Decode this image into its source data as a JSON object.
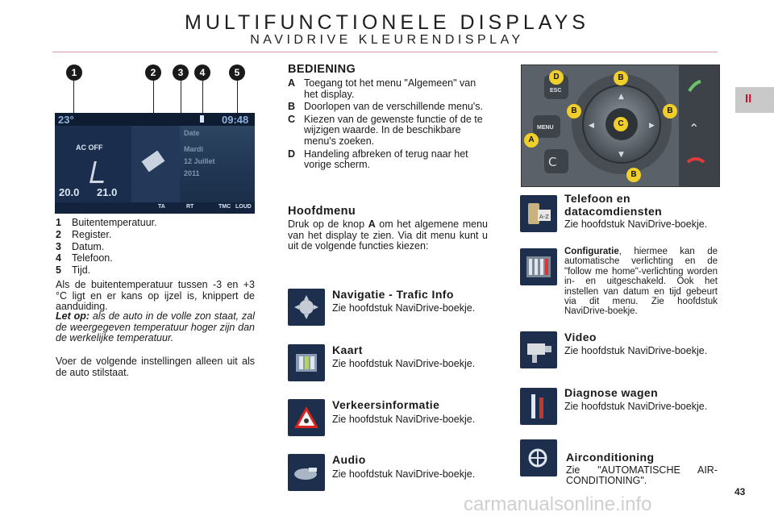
{
  "header": {
    "title": "MULTIFUNCTIONELE DISPLAYS",
    "subtitle": "NAVIDRIVE KLEURENDISPLAY"
  },
  "chapter_tab": "II",
  "page_number": "43",
  "watermark": "carmanualsonline.info",
  "callouts": [
    "1",
    "2",
    "3",
    "4",
    "5"
  ],
  "screen": {
    "outside_temp": "23°",
    "time": "09:48",
    "ac": "AC OFF",
    "date_label": "Date",
    "day": "Mardi",
    "date": "12 Juillet",
    "year": "2011",
    "temp_left": "20.0",
    "temp_right": "21.0",
    "bottom_ta": "TA",
    "bottom_rt": "RT",
    "bottom_tmc": "TMC",
    "bottom_loud": "LOUD"
  },
  "legend": [
    {
      "num": "1",
      "text": "Buitentemperatuur."
    },
    {
      "num": "2",
      "text": "Register."
    },
    {
      "num": "3",
      "text": "Datum."
    },
    {
      "num": "4",
      "text": "Telefoon."
    },
    {
      "num": "5",
      "text": "Tijd."
    }
  ],
  "left_text": {
    "para1": "Als de buitentemperatuur tussen -3 en +3 °C ligt en er kans op ijzel is, knippert de aanduiding.",
    "let_op_label": "Let op:",
    "let_op_text": " als de auto in de volle zon staat, zal de weergegeven temperatuur hoger zijn dan de werkelijke temperatuur.",
    "para2": "Voer de volgende instellingen alleen uit als de auto stilstaat."
  },
  "bediening": {
    "title": "BEDIENING",
    "items": [
      {
        "key": "A",
        "text": "Toegang tot het menu \"Algemeen\" van het display."
      },
      {
        "key": "B",
        "text": "Doorlopen van de verschillende menu's."
      },
      {
        "key": "C",
        "text": "Kiezen van de gewenste functie of de te wijzigen waarde. In de beschikbare menu's zoeken."
      },
      {
        "key": "D",
        "text": "Handeling afbreken of terug naar het vorige scherm."
      }
    ]
  },
  "hoofdmenu": {
    "title": "Hoofdmenu",
    "text_before": "Druk op de knop ",
    "key": "A",
    "text_after": " om het algemene menu van het display te zien. Via dit menu kunt u uit de volgende functies kiezen:"
  },
  "menu_sections": [
    {
      "title": "Navigatie - Trafic Info",
      "text": "Zie hoofdstuk NaviDrive-boekje."
    },
    {
      "title": "Kaart",
      "text": "Zie hoofdstuk NaviDrive-boekje."
    },
    {
      "title": "Verkeersinformatie",
      "text": "Zie hoofdstuk NaviDrive-boekje."
    },
    {
      "title": "Audio",
      "text": "Zie hoofdstuk NaviDrive-boekje."
    }
  ],
  "right_sections": {
    "telefoon": {
      "title": "Telefoon en datacomdiensten",
      "text": "Zie hoofdstuk NaviDrive-boekje."
    },
    "configuratie": {
      "bold": "Configuratie",
      "text": ", hiermee kan de automatische verlichting en de \"follow me home\"-verlichting worden in- en uitgeschakeld. Ook het instellen van datum en tijd gebeurt via dit menu. Zie hoofdstuk NaviDrive-boekje."
    },
    "video": {
      "title": "Video",
      "text": "Zie hoofdstuk NaviDrive-boekje."
    },
    "diagnose": {
      "title": "Diagnose wagen",
      "text": "Zie hoofdstuk NaviDrive-boekje."
    },
    "airco": {
      "title": "Airconditioning",
      "text": "Zie \"AUTOMATISCHE AIR-CONDITIONING\"."
    }
  },
  "control_panel": {
    "esc": "ESC",
    "menu": "MENU",
    "labels": {
      "a": "A",
      "b": "B",
      "c": "C",
      "d": "D"
    },
    "c_key": "C"
  }
}
